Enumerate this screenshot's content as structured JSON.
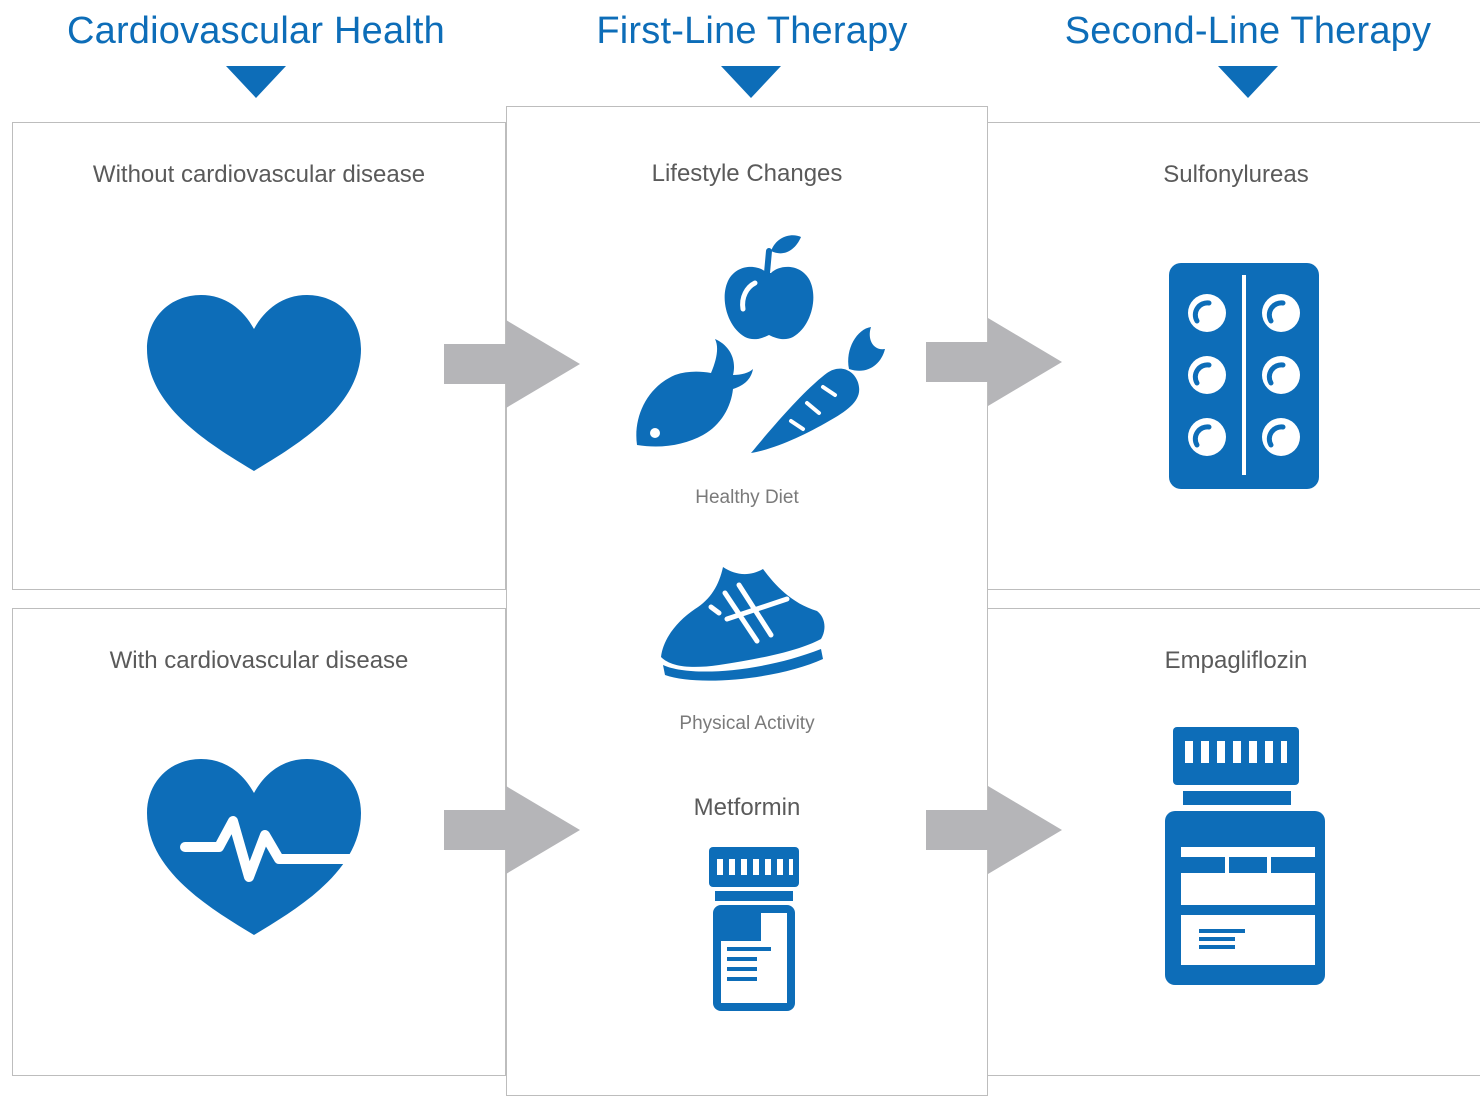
{
  "columns": [
    {
      "title": "Cardiovascular Health"
    },
    {
      "title": "First-Line Therapy"
    },
    {
      "title": "Second-Line Therapy"
    }
  ],
  "cardio": {
    "top_label": "Without cardiovascular disease",
    "bottom_label": "With cardiovascular disease"
  },
  "first_line": {
    "lifestyle_label": "Lifestyle Changes",
    "diet_label": "Healthy Diet",
    "activity_label": "Physical Activity",
    "metformin_label": "Metformin"
  },
  "second_line": {
    "top_label": "Sulfonylureas",
    "bottom_label": "Empagliflozin"
  },
  "colors": {
    "accent": "#0d6db8",
    "arrow": "#b5b5b8",
    "border": "#bdbdbd"
  },
  "icons": [
    "heart-icon",
    "heartbeat-icon",
    "apple-icon",
    "fish-icon",
    "carrot-icon",
    "sneaker-icon",
    "pill-bottle-icon",
    "blister-pack-icon",
    "medicine-bottle-icon"
  ]
}
